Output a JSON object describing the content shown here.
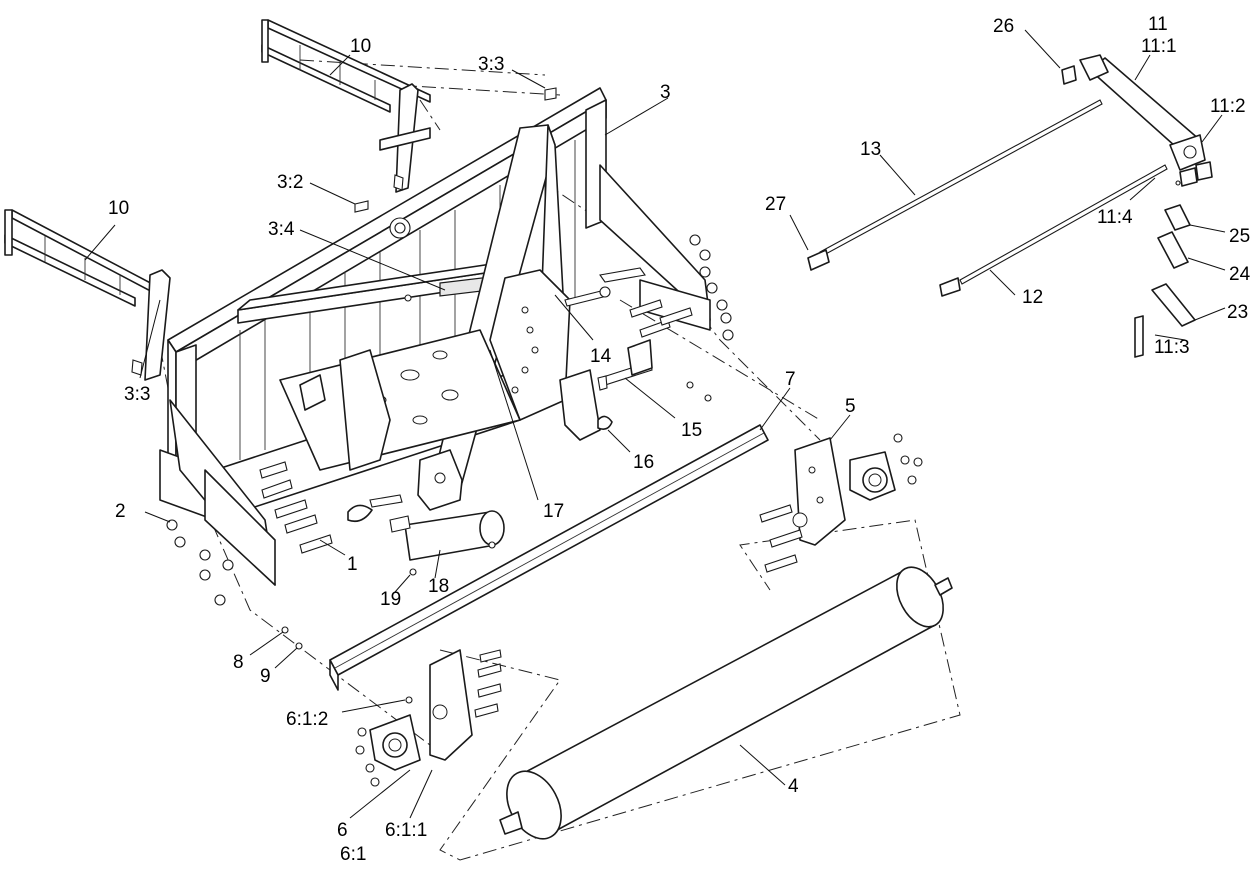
{
  "callouts": {
    "c1": "1",
    "c2": "2",
    "c3": "3",
    "c3_2": "3:2",
    "c3_3a": "3:3",
    "c3_3b": "3:3",
    "c3_4": "3:4",
    "c4": "4",
    "c5": "5",
    "c6": "6",
    "c6_1": "6:1",
    "c6_1_1": "6:1:1",
    "c6_1_2": "6:1:2",
    "c7": "7",
    "c8": "8",
    "c9": "9",
    "c10a": "10",
    "c10b": "10",
    "c11": "11",
    "c11_1": "11:1",
    "c11_2": "11:2",
    "c11_3": "11:3",
    "c11_4": "11:4",
    "c12": "12",
    "c13": "13",
    "c14": "14",
    "c15": "15",
    "c16": "16",
    "c17": "17",
    "c18": "18",
    "c19": "19",
    "c23": "23",
    "c24": "24",
    "c25": "25",
    "c26": "26",
    "c27": "27"
  }
}
